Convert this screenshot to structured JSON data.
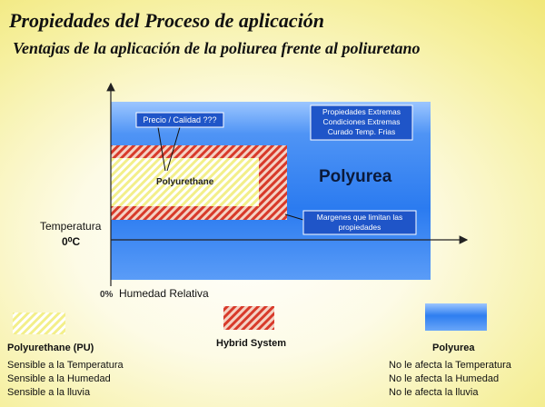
{
  "header": {
    "title": "Propiedades del Proceso de  aplicación",
    "subtitle": "Ventajas de la aplicación de la poliurea frente al poliuretano"
  },
  "diagram": {
    "axis": {
      "y_label": "Temperatura",
      "zero_label": "0⁰C",
      "origin_label": "0%",
      "x_label": "Humedad Relativa"
    },
    "regions": {
      "polyurea": "Polyurea",
      "polyurethane": "Polyurethane"
    },
    "callouts": {
      "price_quality": "Precio / Calidad ???",
      "extreme_lines": [
        "Propiedades Extremas",
        "Condiciones Extremas",
        "Curado Temp. Frias"
      ],
      "margins_lines": [
        "Margenes que limitan las",
        "propiedades"
      ]
    }
  },
  "legend": {
    "polyurethane": {
      "label": "Polyurethane (PU)",
      "notes": [
        "Sensible a la Temperatura",
        "Sensible a la Humedad",
        "Sensible a la lluvia"
      ]
    },
    "hybrid": {
      "label": "Hybrid System"
    },
    "polyurea": {
      "label": "Polyurea",
      "notes": [
        "No le afecta la Temperatura",
        "No le afecta la Humedad",
        "No le afecta la lluvia"
      ]
    }
  },
  "colors": {
    "polyurea_blue": "#2f7ff0",
    "hybrid_red": "#d83a2a",
    "pu_yellow": "#f3ef8a",
    "callout_blue": "#1f55c8"
  }
}
